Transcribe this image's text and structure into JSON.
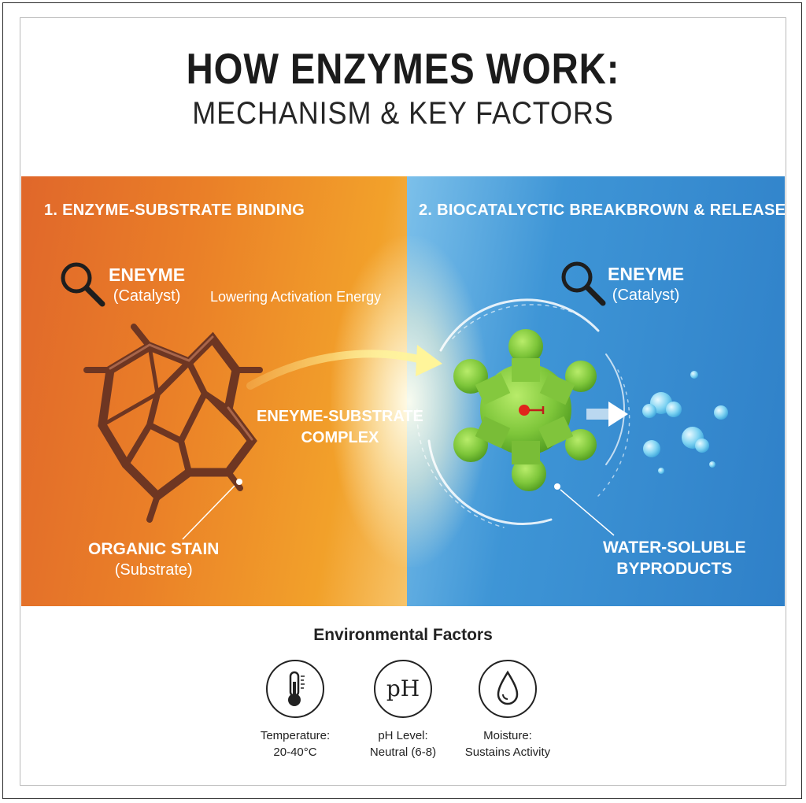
{
  "header": {
    "title": "HOW ENZYMES WORK:",
    "subtitle": "MECHANISM & KEY FACTORS"
  },
  "panel_left": {
    "heading": "1. ENZYME-SUBSTRATE BINDING",
    "enzyme_label": "ENEYME",
    "enzyme_sublabel": "(Catalyst)",
    "energy_label": "Lowering Activation Energy",
    "complex_label_line1": "ENEYME-SUBSTRATE",
    "complex_label_line2": "COMPLEX",
    "stain_label": "ORGANIC STAIN",
    "stain_sublabel": "(Substrate)",
    "background_color": "#ea7f28",
    "icon": "magnifier-icon"
  },
  "panel_right": {
    "heading": "2. BIOCATALYCTIC BREAKBROWN & RELEASE",
    "enzyme_label": "ENEYME",
    "enzyme_sublabel": "(Catalyst)",
    "byproducts_label_line1": "WATER-SOLUBLE",
    "byproducts_label_line2": "BYPRODUCTS",
    "background_color": "#3a8fd3",
    "enzyme_color": "#7ec63a",
    "icon": "magnifier-icon"
  },
  "factors": {
    "title": "Environmental Factors",
    "items": [
      {
        "icon": "thermometer-icon",
        "line1": "Temperature:",
        "line2": "20-40°C"
      },
      {
        "icon": "ph-icon",
        "symbol": "pH",
        "line1": "pH Level:",
        "line2": "Neutral (6-8)"
      },
      {
        "icon": "water-drop-icon",
        "line1": "Moisture:",
        "line2": "Sustains Activity"
      }
    ]
  }
}
